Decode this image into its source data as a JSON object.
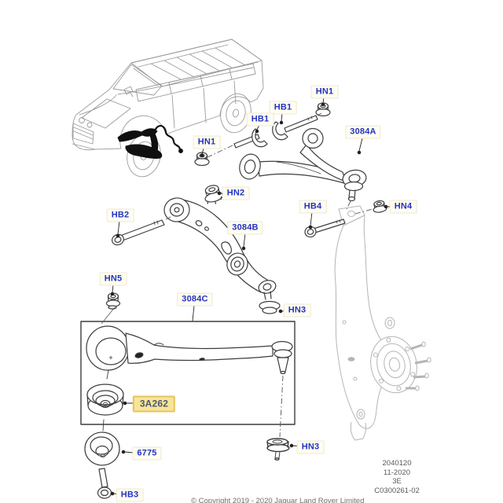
{
  "colors": {
    "callout_text": "#2433c4",
    "callout_bg": "#fffdf0",
    "highlight_bg": "#f6e499",
    "highlight_border": "#e4c55e",
    "highlight_text": "#4a5a70",
    "part_line": "#3d3d3d",
    "reference_line": "#b5b5b5",
    "vehicle_line": "#9b9b9b"
  },
  "callouts": [
    {
      "id": "HN1-left",
      "text": "HN1",
      "highlighted": false
    },
    {
      "id": "HB1-upper",
      "text": "HB1",
      "highlighted": false
    },
    {
      "id": "HB1-lower",
      "text": "HB1",
      "highlighted": false
    },
    {
      "id": "HN1-right",
      "text": "HN1",
      "highlighted": false
    },
    {
      "id": "3084A",
      "text": "3084A",
      "highlighted": false
    },
    {
      "id": "HN2",
      "text": "HN2",
      "highlighted": false
    },
    {
      "id": "HB2",
      "text": "HB2",
      "highlighted": false
    },
    {
      "id": "3084B",
      "text": "3084B",
      "highlighted": false
    },
    {
      "id": "HB4",
      "text": "HB4",
      "highlighted": false
    },
    {
      "id": "HN4",
      "text": "HN4",
      "highlighted": false
    },
    {
      "id": "HN5",
      "text": "HN5",
      "highlighted": false
    },
    {
      "id": "3084C",
      "text": "3084C",
      "highlighted": false
    },
    {
      "id": "HN3-upper",
      "text": "HN3",
      "highlighted": false
    },
    {
      "id": "3A262",
      "text": "3A262",
      "highlighted": true
    },
    {
      "id": "6775",
      "text": "6775",
      "highlighted": false
    },
    {
      "id": "HB3",
      "text": "HB3",
      "highlighted": false
    },
    {
      "id": "HN3-lower",
      "text": "HN3",
      "highlighted": false
    }
  ],
  "reference": {
    "catalog_number": "2040120",
    "date_code": "11-2020",
    "sheet": "3E",
    "illustration_code": "C0300261-02"
  },
  "footer": {
    "copyright": "© Copyright 2019 - 2020 Jaguar Land Rover Limited"
  }
}
